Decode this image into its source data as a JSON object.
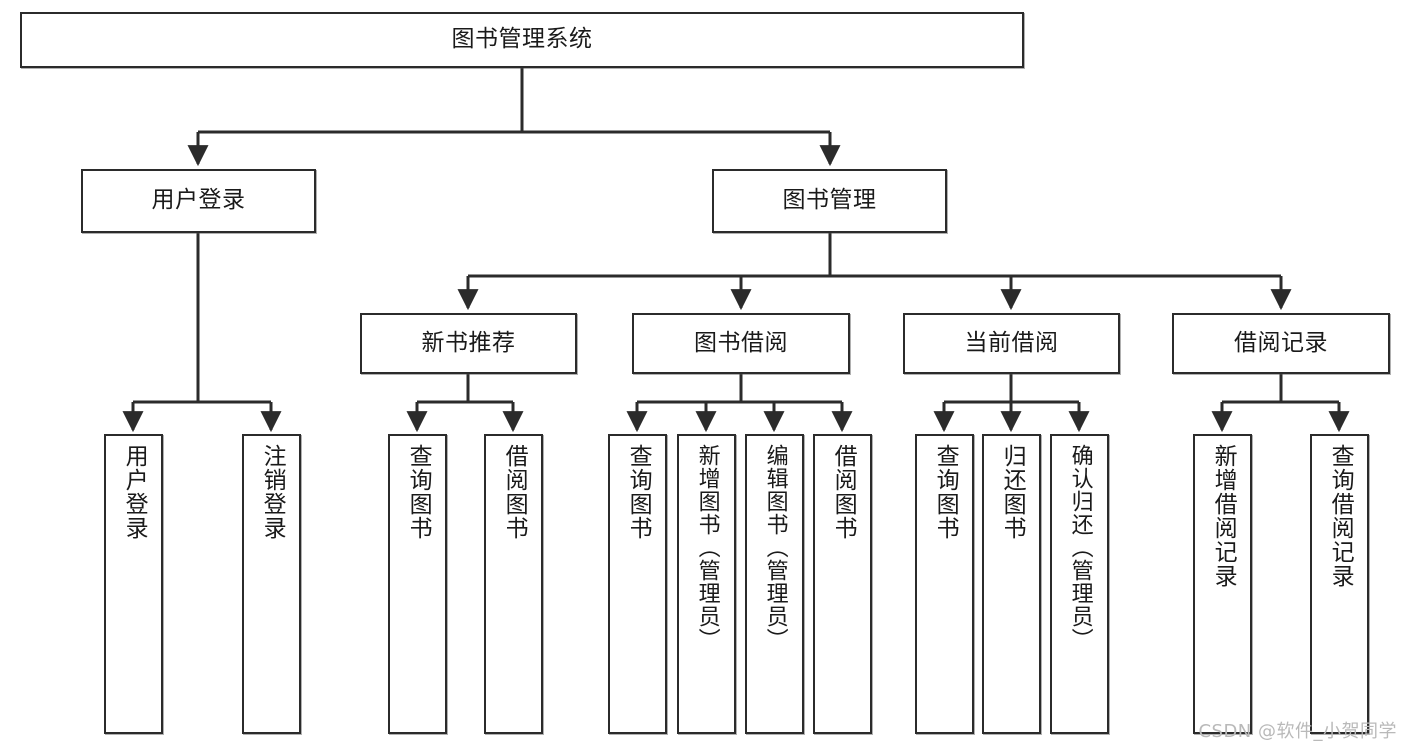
{
  "diagram": {
    "title": "图书管理系统",
    "type": "tree-hierarchy-diagram",
    "watermark": "CSDN @软件_小贺同学",
    "colors": {
      "box_border": "#2b2b2b",
      "box_fill": "#ffffff",
      "edge": "#2b2b2b",
      "text": "#1a1a1a",
      "watermark": "#b9b9b9",
      "background": "#ffffff"
    },
    "root": {
      "label": "图书管理系统"
    },
    "level1": [
      {
        "label": "用户登录"
      },
      {
        "label": "图书管理"
      }
    ],
    "level2": [
      {
        "label": "新书推荐"
      },
      {
        "label": "图书借阅"
      },
      {
        "label": "当前借阅"
      },
      {
        "label": "借阅记录"
      }
    ],
    "leaves": {
      "user_login": [
        {
          "label": "用户登录"
        },
        {
          "label": "注销登录"
        }
      ],
      "new_book_recommend": [
        {
          "label": "查询图书"
        },
        {
          "label": "借阅图书"
        }
      ],
      "book_borrow": [
        {
          "label": "查询图书"
        },
        {
          "label": "新增图书（管理员）"
        },
        {
          "label": "编辑图书（管理员）"
        },
        {
          "label": "借阅图书"
        }
      ],
      "current_borrow": [
        {
          "label": "查询图书"
        },
        {
          "label": "归还图书"
        },
        {
          "label": "确认归还（管理员）"
        }
      ],
      "borrow_record": [
        {
          "label": "新增借阅记录"
        },
        {
          "label": "查询借阅记录"
        }
      ]
    }
  }
}
